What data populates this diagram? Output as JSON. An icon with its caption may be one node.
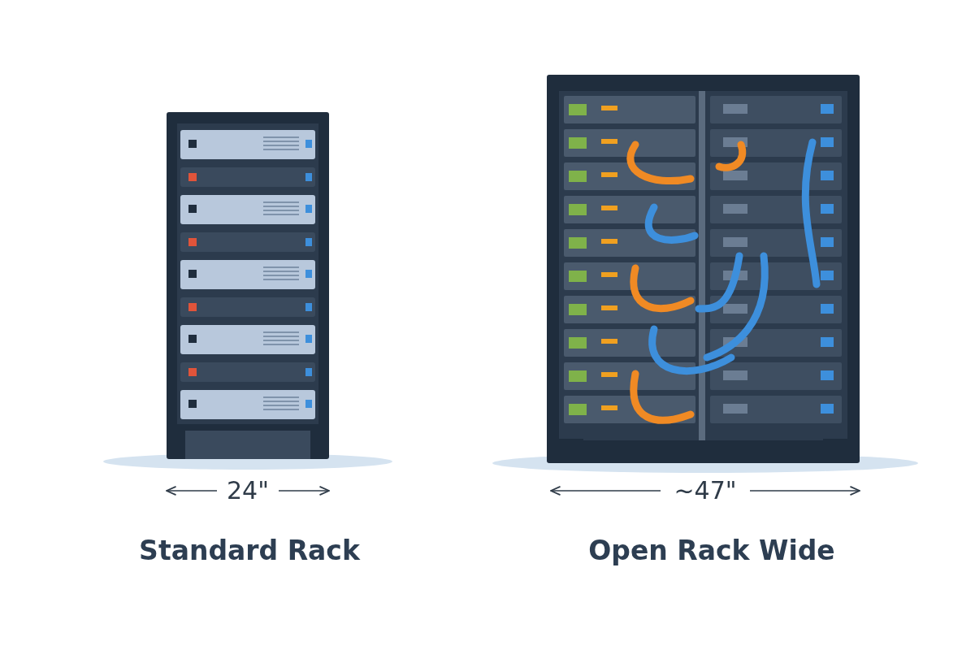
{
  "diagram": {
    "labels": [
      "24\"",
      "Standard Rack",
      "~47\"",
      "Open Rack Wide"
    ]
  }
}
